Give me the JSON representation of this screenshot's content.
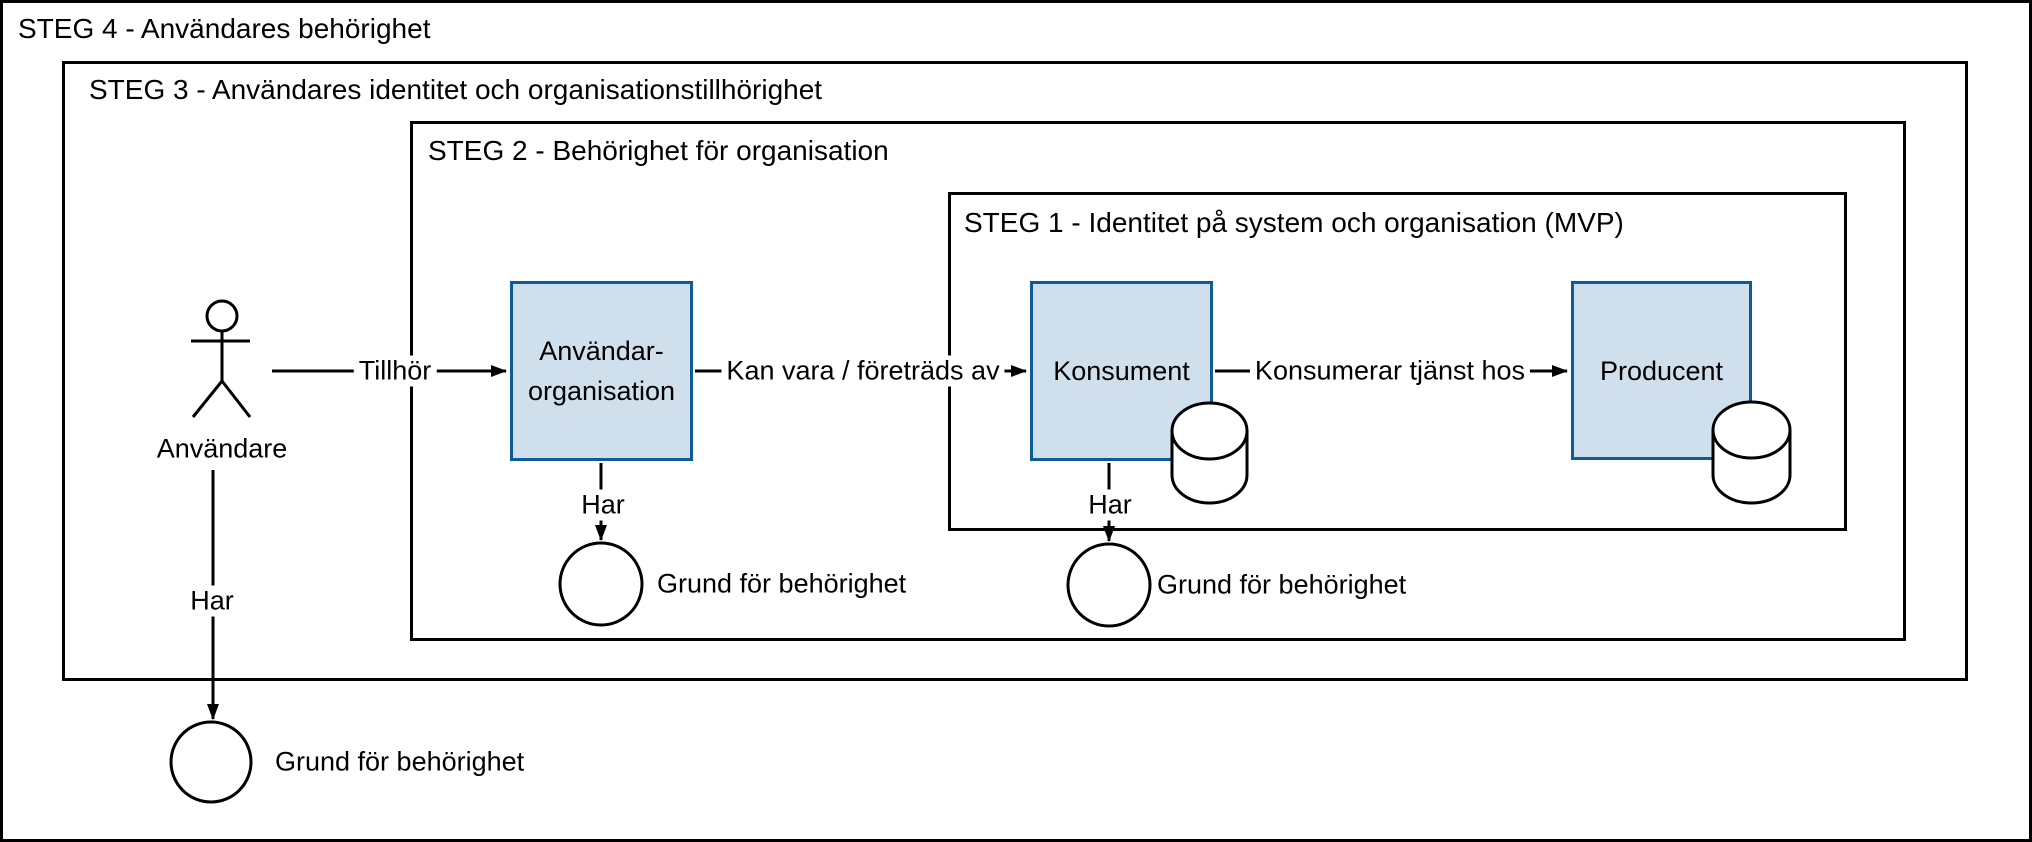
{
  "colors": {
    "background": "#ffffff",
    "line": "#000000",
    "node_fill": "#cfe0ec",
    "node_stroke": "#0d5c98"
  },
  "frames": {
    "steg4": {
      "title": "STEG 4 - Användares behörighet"
    },
    "steg3": {
      "title": "STEG 3 - Användares identitet och organisationstillhörighet"
    },
    "steg2": {
      "title": "STEG 2 - Behörighet för organisation"
    },
    "steg1": {
      "title": "STEG 1 - Identitet på system och organisation (MVP)"
    }
  },
  "nodes": {
    "anvandare": {
      "label": "Användare"
    },
    "anvandarorganisation": {
      "line1": "Användar-",
      "line2": "organisation"
    },
    "konsument": {
      "label": "Konsument"
    },
    "producent": {
      "label": "Producent"
    }
  },
  "edges": {
    "tillhor": {
      "label": "Tillhör"
    },
    "kan_vara": {
      "label": "Kan vara / företräds av"
    },
    "konsumerar": {
      "label": "Konsumerar tjänst hos"
    },
    "har_anvandarorganisation": {
      "label": "Har"
    },
    "har_konsument": {
      "label": "Har"
    },
    "har_anvandare": {
      "label": "Har"
    }
  },
  "terminators": {
    "grund_anvandarorganisation": {
      "label": "Grund för behörighet"
    },
    "grund_konsument": {
      "label": "Grund för behörighet"
    },
    "grund_anvandare": {
      "label": "Grund för behörighet"
    }
  }
}
